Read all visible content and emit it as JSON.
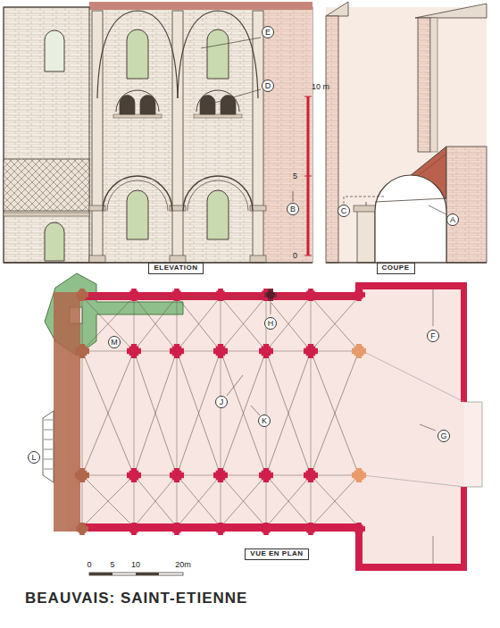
{
  "diagram": {
    "title": "BEAUVAIS: SAINT-ETIENNE",
    "nodes": [
      {
        "text": [
          "E"
        ]
      },
      {
        "text": [
          "D"
        ]
      },
      {
        "text": [
          "B"
        ]
      },
      {
        "text": [
          "C"
        ]
      },
      {
        "text": [
          "A"
        ]
      },
      {
        "text": [
          "ELEVATION"
        ]
      },
      {
        "text": [
          "COUPE"
        ]
      },
      {
        "text": [
          "H"
        ]
      },
      {
        "text": [
          "F"
        ]
      },
      {
        "text": [
          "M"
        ]
      },
      {
        "text": [
          "G"
        ]
      },
      {
        "text": [
          "J"
        ]
      },
      {
        "text": [
          "K"
        ]
      },
      {
        "text": [
          "L"
        ]
      },
      {
        "text": [
          "VUE EN PLAN"
        ]
      }
    ],
    "labels": [
      "10 m",
      "5",
      "0",
      "0",
      "5",
      "10",
      "20m"
    ]
  }
}
